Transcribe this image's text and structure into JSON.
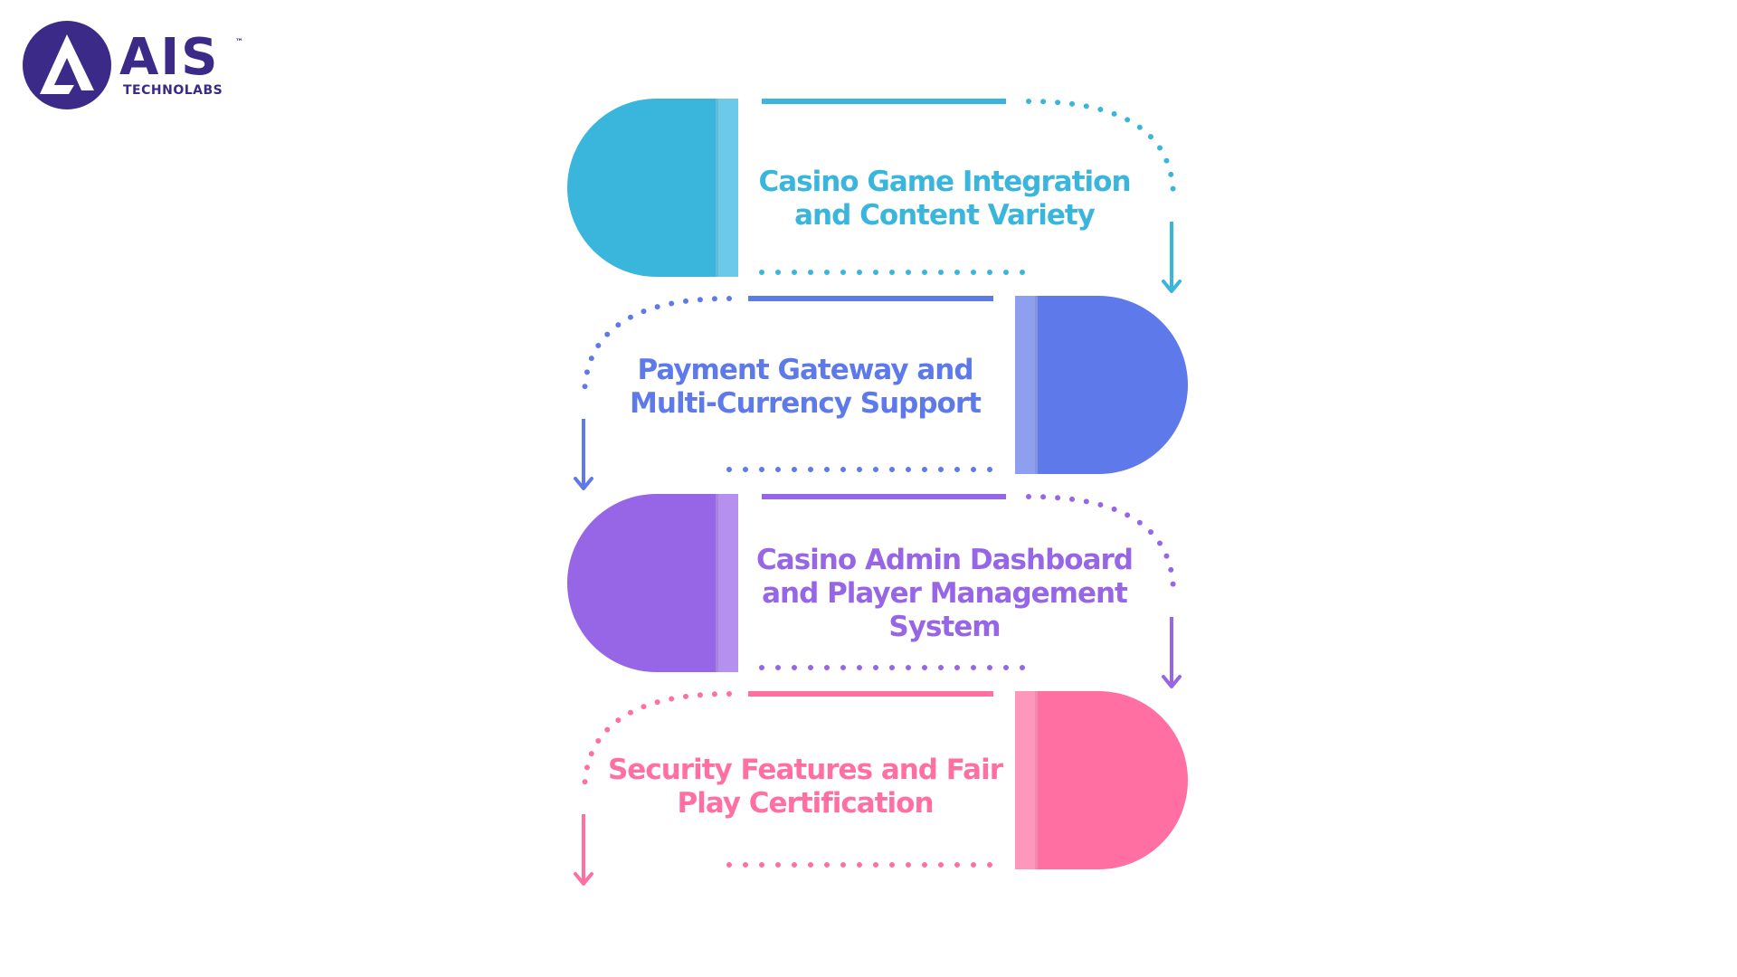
{
  "brand": {
    "logo_letter": "A",
    "name": "AIS",
    "tm": "™",
    "sub": "TECHNOLABS",
    "color": "#3b2a87"
  },
  "steps": [
    {
      "label": "Casino Game Integration and Content Variety",
      "color": "#3ab5db",
      "light": "#6cc9e8"
    },
    {
      "label": "Payment Gateway and Multi-Currency Support",
      "color": "#5e79ea",
      "light": "#8e9ff0"
    },
    {
      "label": "Casino Admin Dashboard and Player Management System",
      "color": "#9766e6",
      "light": "#b590ee"
    },
    {
      "label": "Security Features and Fair Play Certification",
      "color": "#ff6fa2",
      "light": "#ff97bd"
    }
  ]
}
